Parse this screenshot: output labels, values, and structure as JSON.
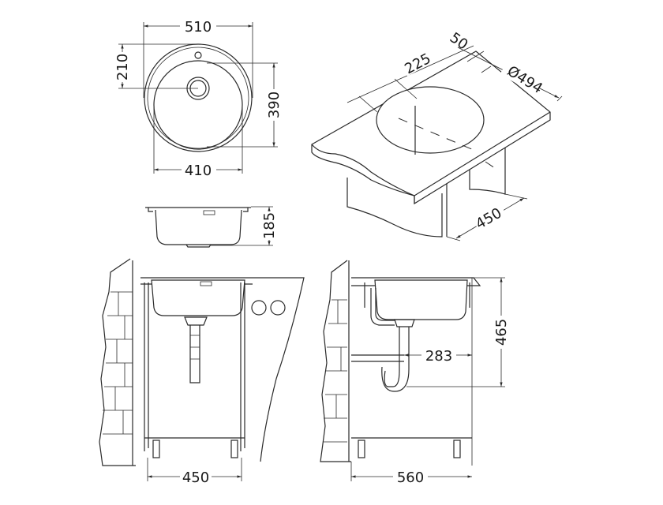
{
  "title": "Round inset sink technical drawing",
  "dimensions": {
    "top_overall_width": "510",
    "top_drain_offset": "210",
    "top_bowl_depth": "390",
    "top_bowl_width": "410",
    "side_height": "185",
    "iso_edge_offset": "50",
    "iso_center_offset": "225",
    "iso_cutout_diameter": "Ø494",
    "iso_cabinet_depth": "450",
    "front_cabinet_width": "450",
    "side_height_installed": "465",
    "side_drain_offset": "283",
    "side_cabinet_depth": "560"
  },
  "colors": {
    "line": "#2a2a2a",
    "background": "#ffffff"
  }
}
